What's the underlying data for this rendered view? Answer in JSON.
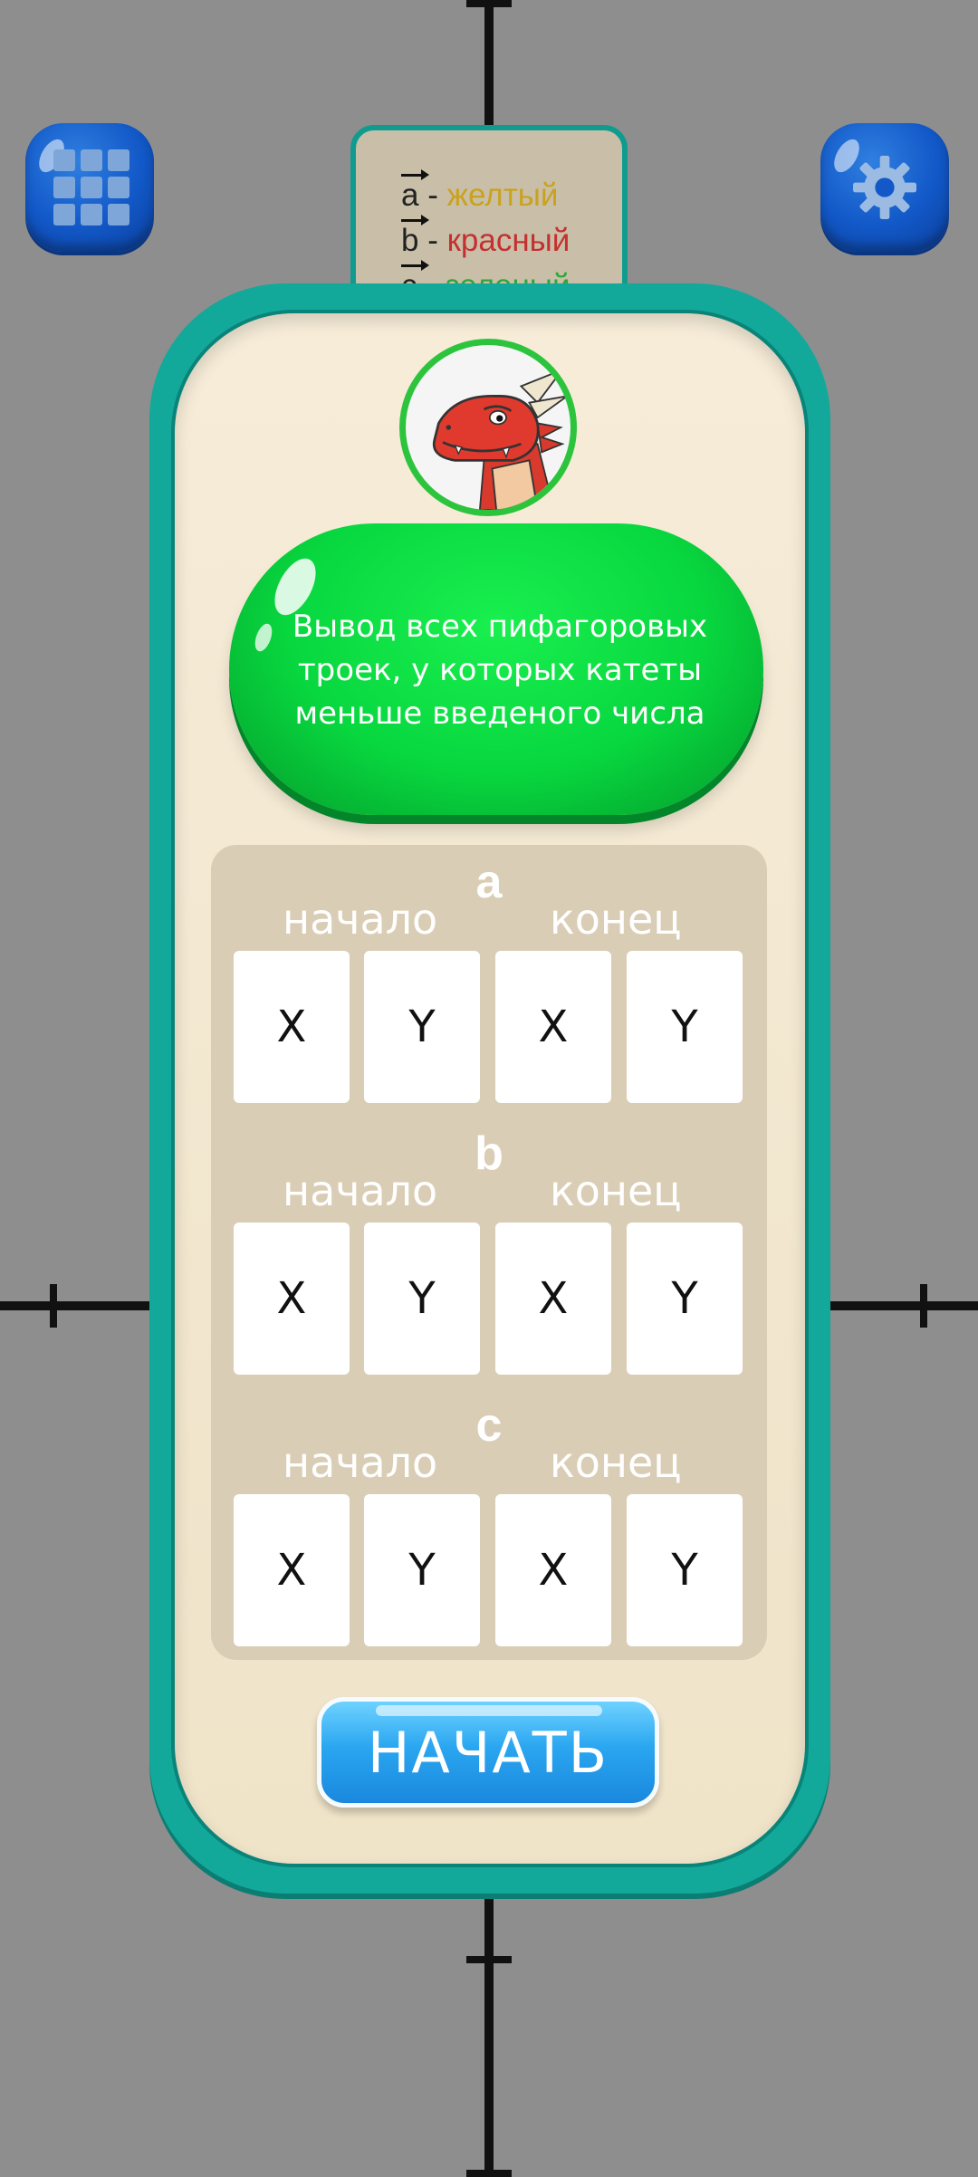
{
  "legend": {
    "rows": [
      {
        "vec": "a",
        "dash": " - ",
        "color_name": "желтый",
        "color": "#c9a21e"
      },
      {
        "vec": "b",
        "dash": " - ",
        "color_name": "красный",
        "color": "#c43030"
      },
      {
        "vec": "c",
        "dash": " - ",
        "color_name": "зеленый",
        "color": "#2ca83a"
      }
    ]
  },
  "menu_button": {
    "icon": "grid-icon"
  },
  "settings_button": {
    "icon": "gear-icon"
  },
  "avatar": {
    "icon": "dragon-icon"
  },
  "task": {
    "line1": "Вывод всех пифагоровых",
    "line2": "троек, у которых катеты",
    "line3": "меньше введеного числа"
  },
  "vectors": [
    {
      "label": "a",
      "start": "начало",
      "end": "конец",
      "fields": [
        "X",
        "Y",
        "X",
        "Y"
      ]
    },
    {
      "label": "b",
      "start": "начало",
      "end": "конец",
      "fields": [
        "X",
        "Y",
        "X",
        "Y"
      ]
    },
    {
      "label": "c",
      "start": "начало",
      "end": "конец",
      "fields": [
        "X",
        "Y",
        "X",
        "Y"
      ]
    }
  ],
  "start_button": {
    "label": "НАЧАТЬ"
  },
  "colors": {
    "panel": "#12a99b",
    "green_button": "#08d73f",
    "start_button": "#2aa6f0",
    "background": "#8e8e8e"
  }
}
